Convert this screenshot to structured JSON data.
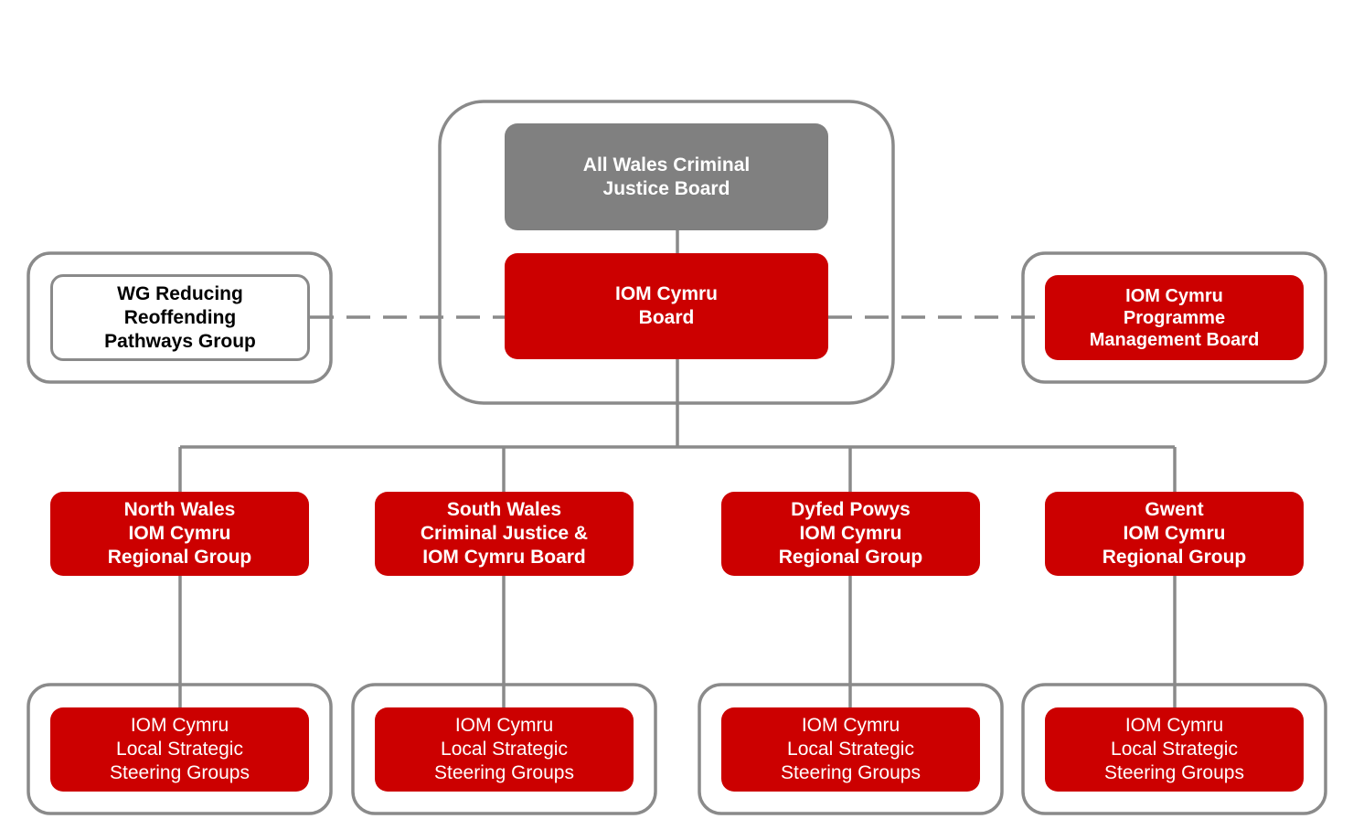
{
  "colors": {
    "red": "#cc0000",
    "grey": "#808080",
    "line": "#8a8a8a",
    "text_light": "#ffffff",
    "text_dark": "#000000"
  },
  "nodes": {
    "awcjb": {
      "lines": [
        "All Wales Criminal",
        "Justice Board"
      ]
    },
    "board": {
      "lines": [
        "IOM Cymru",
        "Board"
      ]
    },
    "wg": {
      "lines": [
        "WG Reducing",
        "Reoffending",
        "Pathways Group"
      ]
    },
    "pmb": {
      "lines": [
        "IOM Cymru",
        "Programme",
        "Management Board"
      ]
    },
    "north": {
      "lines": [
        "North Wales",
        "IOM Cymru",
        "Regional Group"
      ]
    },
    "south": {
      "lines": [
        "South Wales",
        "Criminal Justice &",
        "IOM Cymru Board"
      ]
    },
    "dyfed": {
      "lines": [
        "Dyfed Powys",
        "IOM Cymru",
        "Regional Group"
      ]
    },
    "gwent": {
      "lines": [
        "Gwent",
        "IOM Cymru",
        "Regional Group"
      ]
    },
    "local1": {
      "lines": [
        "IOM Cymru",
        "Local Strategic",
        "Steering Groups"
      ]
    },
    "local2": {
      "lines": [
        "IOM Cymru",
        "Local Strategic",
        "Steering Groups"
      ]
    },
    "local3": {
      "lines": [
        "IOM Cymru",
        "Local Strategic",
        "Steering Groups"
      ]
    },
    "local4": {
      "lines": [
        "IOM Cymru",
        "Local Strategic",
        "Steering Groups"
      ]
    }
  }
}
